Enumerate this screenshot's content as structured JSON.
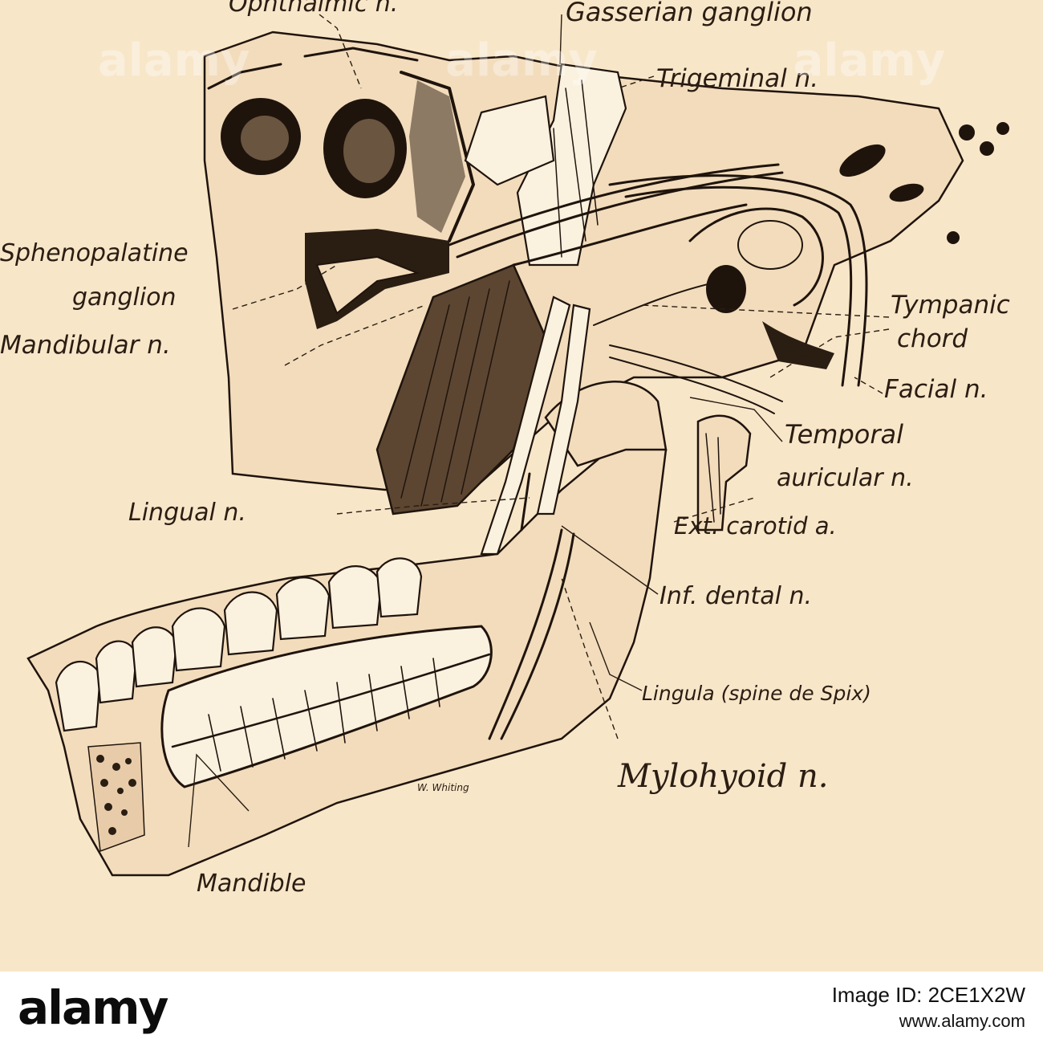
{
  "figure": {
    "labels": {
      "ophthalmic": "Ophthalmic n.",
      "gasserian": "Gasserian ganglion",
      "trigeminal": "Trigeminal n.",
      "sphenopalatine_1": "Sphenopalatine",
      "sphenopalatine_2": "ganglion",
      "mandibular": "Mandibular n.",
      "tympanic_1": "Tympanic",
      "tympanic_2": "chord",
      "facial": "Facial n.",
      "temporal_1": "Temporal",
      "temporal_2": "auricular n.",
      "lingual": "Lingual n.",
      "ext_carotid": "Ext. carotid a.",
      "inf_dental": "Inf. dental n.",
      "lingula": "Lingula (spine de Spix)",
      "mylohyoid": "Mylohyoid n.",
      "mandible": "Mandible",
      "signature": "W. Whiting"
    }
  },
  "banner": {
    "logo": "alamy",
    "image_id_line": "Image ID: 2CE1X2W",
    "url": "www.alamy.com"
  },
  "watermark": [
    "alamy",
    "alamy",
    "alamy"
  ],
  "colors": {
    "paper": "#f8e6c9",
    "ink": "#1f140c"
  }
}
